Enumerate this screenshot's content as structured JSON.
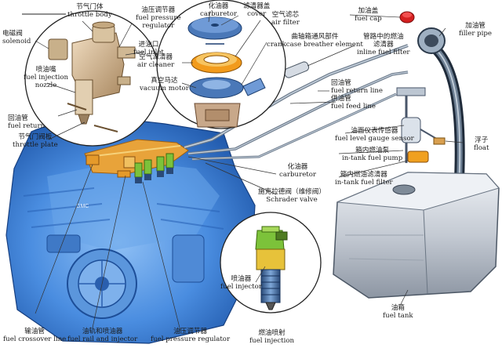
{
  "labels": {
    "throttle_body": {
      "zh": "节气门体",
      "en": "throttle body"
    },
    "fuel_pressure_regulator_top": {
      "zh": "油压调节器",
      "en1": "fuel pressure",
      "en2": "regulator"
    },
    "carburetor_top": {
      "zh": "化油器",
      "en": "carburetor"
    },
    "cover": {
      "zh": "滤清器盖",
      "en": "cover"
    },
    "air_filter": {
      "zh": "空气滤芯",
      "en": "air filter"
    },
    "fuel_cap": {
      "zh": "加油盖",
      "en": "fuel cap"
    },
    "filler_pipe": {
      "zh": "加油管",
      "en": "filler pipe"
    },
    "solenoid": {
      "zh": "电磁阀",
      "en": "solenoid"
    },
    "fuel_inlet": {
      "zh": "进油口",
      "en": "fuel inlet"
    },
    "crankcase": {
      "zh": "曲轴箱通风部件",
      "en": "crankcase breather element"
    },
    "inline_filter": {
      "zh1": "管路中的燃油",
      "zh2": "滤清器",
      "en": "inline fuel filter"
    },
    "injection_nozzle": {
      "zh": "喷油嘴",
      "en1": "fuel injection",
      "en2": "nozzle"
    },
    "air_cleaner": {
      "zh": "空气滤清器",
      "en": "air cleaner"
    },
    "vacuum_motor": {
      "zh": "真空马达",
      "en": "vacuum motor"
    },
    "fuel_return_top": {
      "zh": "回油管",
      "en": "fuel return line"
    },
    "fuel_feed": {
      "zh": "供油管",
      "en": "fuel feed line"
    },
    "fuel_return_left": {
      "zh": "回油管",
      "en": "fuel return"
    },
    "throttle_plate": {
      "zh": "节气门阀板",
      "en": "throttle plate"
    },
    "gauge_sensor": {
      "zh": "油面仪表传感器",
      "en": "fuel level gauge sensor"
    },
    "intank_pump": {
      "zh": "箱内燃油泵",
      "en": "in-tank fuel pump"
    },
    "float": {
      "zh": "浮子",
      "en": "float"
    },
    "intank_filter": {
      "zh": "箱内燃油滤清器",
      "en": "in-tank fuel filter"
    },
    "carburetor_mid": {
      "zh": "化油器",
      "en": "carburetor"
    },
    "schrader": {
      "zh": "施克拉德阀（维修阀）",
      "en": "Schrader valve"
    },
    "fuel_injector_mid": {
      "zh": "喷油器",
      "en": "fuel injector"
    },
    "fuel_tank": {
      "zh": "油箱",
      "en": "fuel tank"
    },
    "crossover": {
      "zh": "输油管",
      "en": "fuel crossover line"
    },
    "rail_injector": {
      "zh": "油轨和喷油器",
      "en": "fuel rail and injector"
    },
    "fpr_bottom": {
      "zh": "油压调节器",
      "en": "fuel pressure regulator"
    },
    "fuel_injection": {
      "zh": "燃油喷射",
      "en": "fuel injection"
    }
  },
  "engine_tag": "GMC",
  "colors": {
    "engine_blue": "#3a7fd0",
    "fuel_orange": "#e59a2a",
    "injector_green": "#7cc23a",
    "tank_silver": "#c9ced6",
    "filter_orange": "#f0a020",
    "cap_red": "#d42020"
  }
}
